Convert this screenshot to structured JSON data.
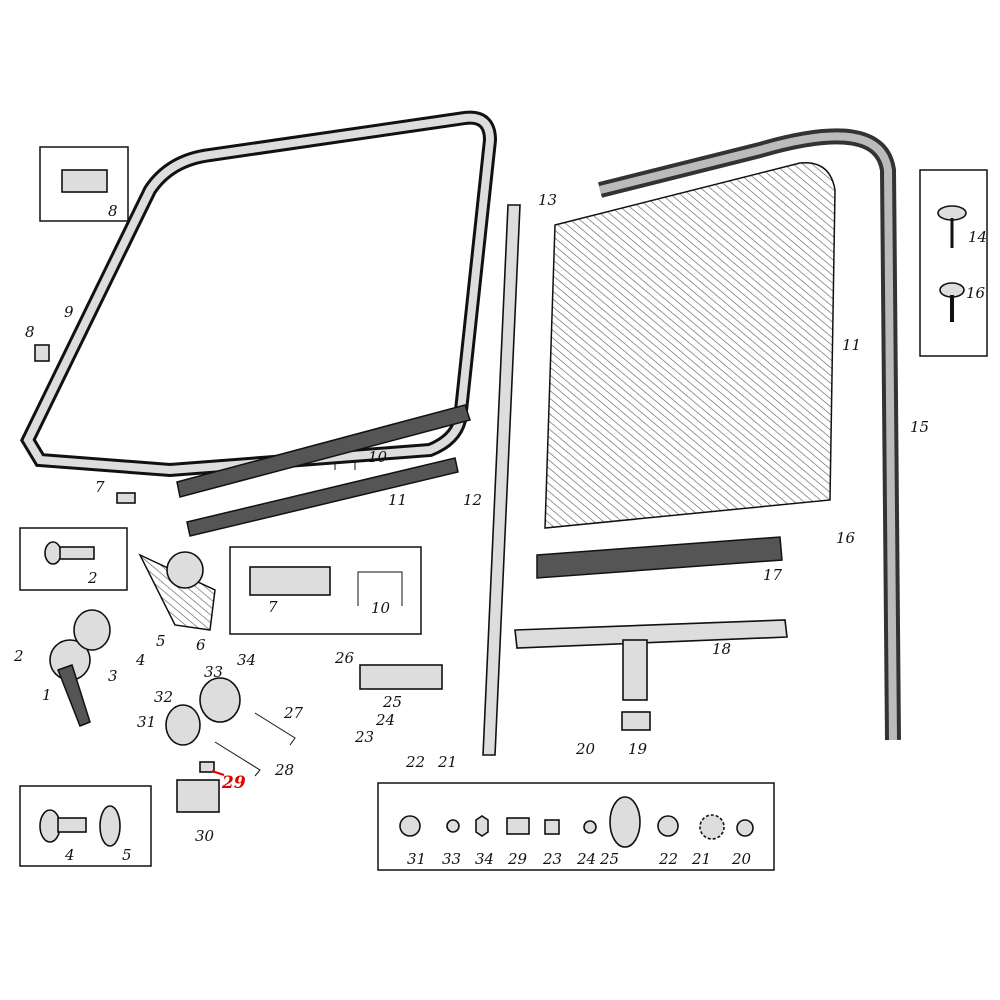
{
  "title": "Door window glass and regulator parts, exploded view",
  "labels": {
    "l8a": "8",
    "l9": "9",
    "l8b": "8",
    "l7a": "7",
    "l10a": "10",
    "l11a": "11",
    "l12": "12",
    "l13": "13",
    "l14": "14",
    "l16a": "16",
    "l11b": "11",
    "l15": "15",
    "l16b": "16",
    "l17": "17",
    "l18": "18",
    "l19": "19",
    "l20": "20",
    "l21": "21",
    "l22": "22",
    "l23": "23",
    "l24": "24",
    "l25": "25",
    "l26": "26",
    "l27": "27",
    "l28": "28",
    "l29": "29",
    "l30": "30",
    "l32": "32",
    "l31": "31",
    "l33": "33",
    "l34": "34",
    "l1": "1",
    "l2a": "2",
    "l3": "3",
    "l4a": "4",
    "l5a": "5",
    "l6": "6",
    "l2b": "2",
    "l7b": "7",
    "l10b": "10",
    "l4b": "4",
    "l5b": "5",
    "b31": "31",
    "b33": "33",
    "b34": "34",
    "b29": "29",
    "b23": "23",
    "b24": "24",
    "b25": "25",
    "b22": "22",
    "b21": "21",
    "b20": "20"
  },
  "highlight_color": "#e00000"
}
